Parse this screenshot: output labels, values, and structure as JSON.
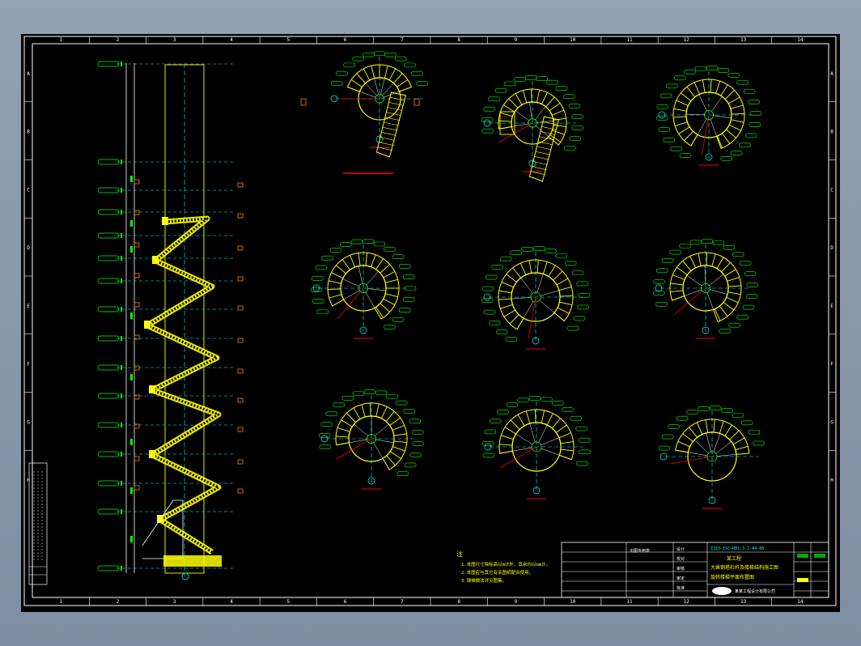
{
  "grid": {
    "columns": [
      "1",
      "2",
      "3",
      "4",
      "5",
      "6",
      "7",
      "8",
      "9",
      "10",
      "11",
      "12",
      "13",
      "14"
    ],
    "rows": [
      "A",
      "B",
      "C",
      "D",
      "E",
      "F",
      "G",
      "H"
    ]
  },
  "notes": {
    "heading": "注",
    "lines": [
      "1.本图尺寸除标高以m计外，其余均以mm计。",
      "2.本图应与其它有关图纸配合使用。",
      "3.钢梯做法详见图集。"
    ]
  },
  "title_block": {
    "drawing_no": "ZJZJ-ISC-R01-3-1-A4-05",
    "project": "某工程",
    "title": "大乘钢塔栏杆及楼梯结构施工图",
    "subtitle": "旋转楼梯平面布置图",
    "company": "某某工程设计有限公司",
    "stamp": "出图专用章",
    "sign_rows": [
      "设计",
      "校对",
      "审核",
      "审定",
      "批准"
    ]
  },
  "colors": {
    "frame": "#ffffff",
    "steel": "#ffff00",
    "axis": "#00ffff",
    "dim": "#ff0000",
    "label": "#00ff00",
    "callout": "#ff8800"
  }
}
